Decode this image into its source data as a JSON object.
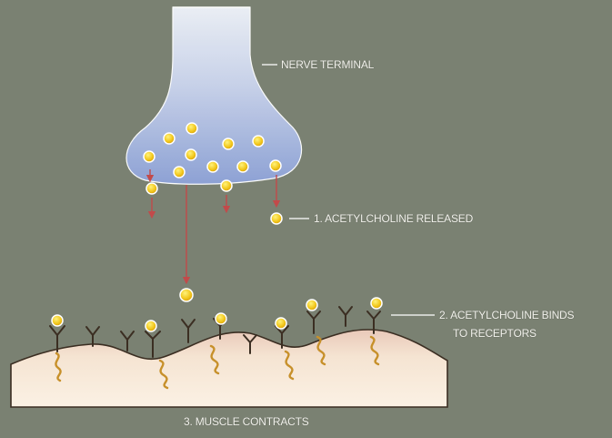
{
  "labels": {
    "nerve_terminal": "NERVE TERMINAL",
    "step1": "1. ACETYLCHOLINE RELEASED",
    "step2_line1": "2. ACETYLCHOLINE BINDS",
    "step2_line2": "TO RECEPTORS",
    "step3": "3. MUSCLE CONTRACTS"
  },
  "colors": {
    "background": "#7a8172",
    "terminal_top": "#e6ecf6",
    "terminal_bottom": "#8ea3d8",
    "vesicle_fill": "#f2c81e",
    "vesicle_edge": "#ffffff",
    "arrow": "#c24a4a",
    "muscle": "#f5e4d2",
    "receptor": "#3b2e22",
    "squiggle": "#c7902a",
    "label_text": "#f2f2ec",
    "pointer_line": "#ffffff"
  },
  "icons": {
    "vesicle": "acetylcholine-vesicle-icon",
    "receptor": "y-shaped-receptor-icon",
    "arrow": "down-arrow-icon"
  }
}
